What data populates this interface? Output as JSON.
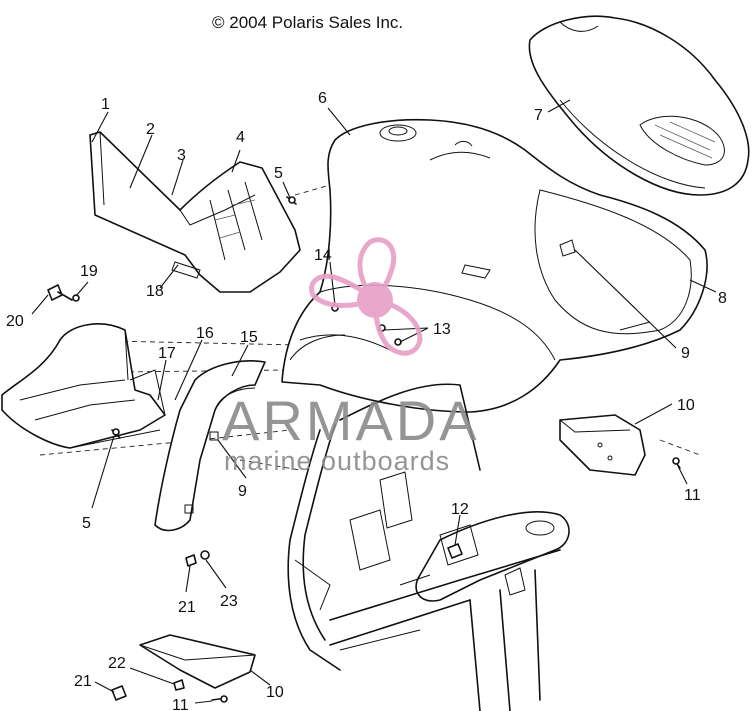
{
  "copyright": "© 2004 Polaris Sales Inc.",
  "watermark": {
    "name": "ARMADA",
    "tagline": "marine outboards",
    "accent_color": "#e79fc6",
    "text_color": "#8a8a8a"
  },
  "callouts": [
    "1",
    "2",
    "3",
    "4",
    "5",
    "6",
    "7",
    "8",
    "9",
    "10",
    "11",
    "12",
    "13",
    "14",
    "15",
    "16",
    "17",
    "18",
    "19",
    "20",
    "21",
    "22",
    "23"
  ],
  "colors": {
    "line": "#111111",
    "background": "#ffffff"
  }
}
